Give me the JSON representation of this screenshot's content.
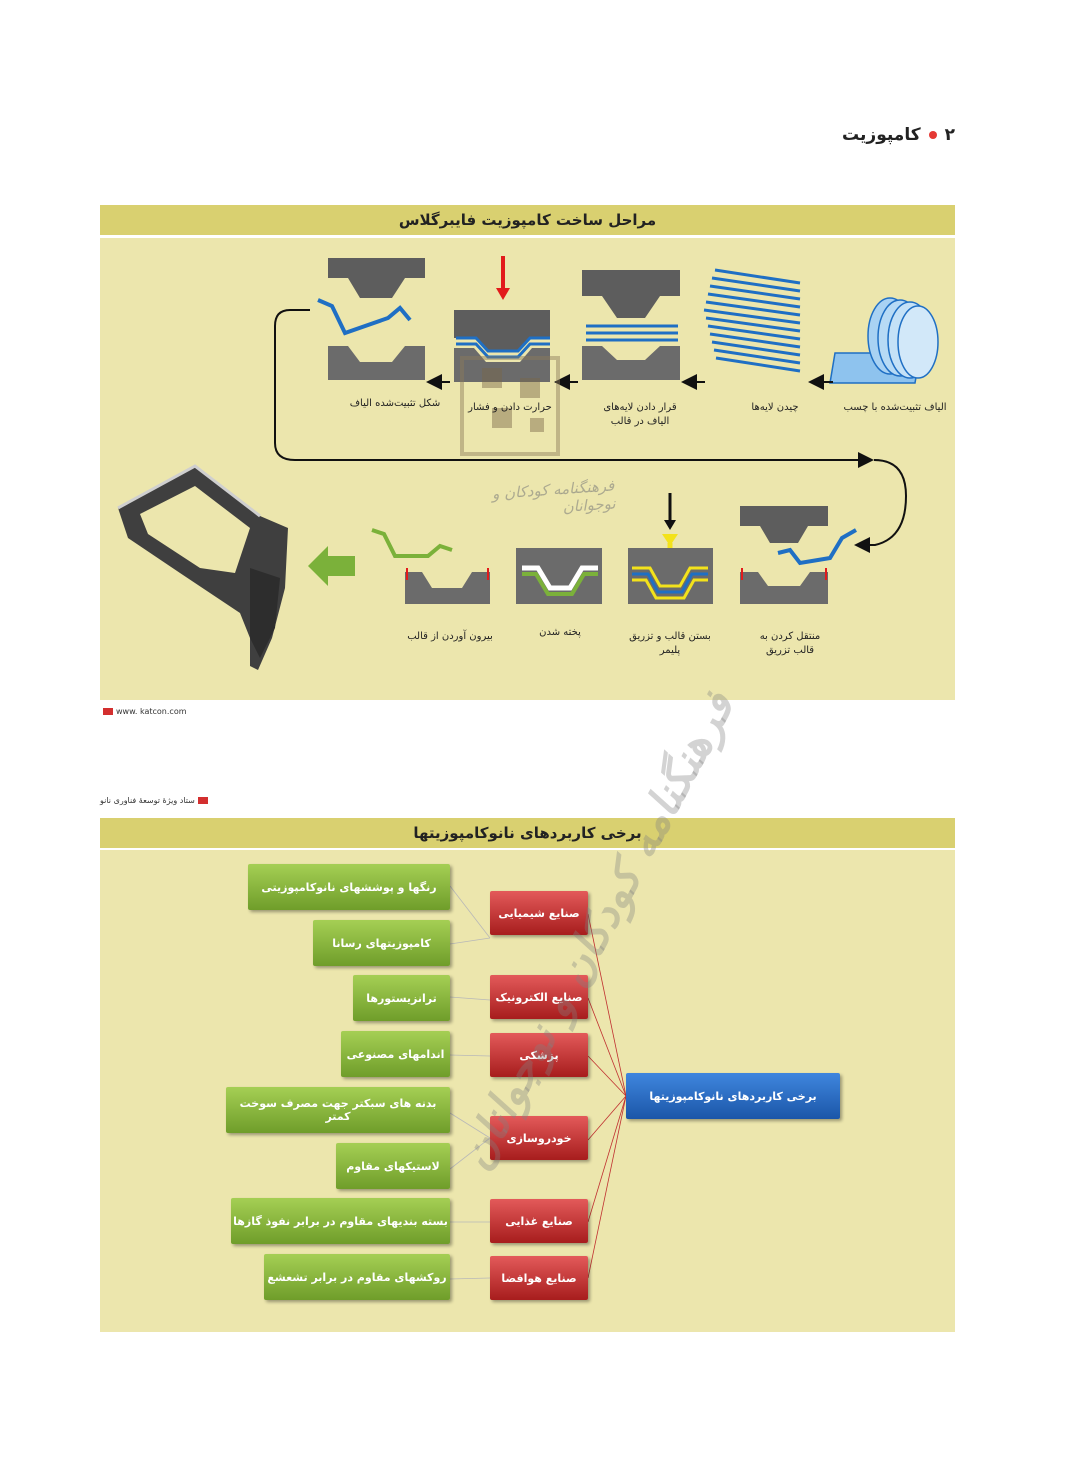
{
  "header": {
    "page_number": "۲",
    "title": "کامپوزیت"
  },
  "section1": {
    "title": "مراحل ساخت کامپوزیت فایبرگلاس",
    "steps_top": [
      {
        "l1": "الیاف تثبیت‌شده با چسب",
        "l2": ""
      },
      {
        "l1": "چیدن لایه‌ها",
        "l2": ""
      },
      {
        "l1": "قرار دادن لایه‌های",
        "l2": "الیاف در قالب"
      },
      {
        "l1": "حرارت دادن و فشار",
        "l2": ""
      },
      {
        "l1": "شکل تثبیت‌شده الیاف",
        "l2": ""
      }
    ],
    "steps_bottom": [
      {
        "l1": "منتقل کردن به",
        "l2": "قالب تزریق"
      },
      {
        "l1": "بستن قالب و تزریق",
        "l2": "پلیمر"
      },
      {
        "l1": "پخته شدن",
        "l2": ""
      },
      {
        "l1": "بیرون آوردن از قالب",
        "l2": ""
      }
    ],
    "source": "www. katcon.com"
  },
  "source2": "ستاد ویژهٔ توسعهٔ فناوری نانو",
  "section2": {
    "title": "برخی کاربردهای نانوکامپوزیتها",
    "root": "برخی کاربردهای نانوکامپوزیتها",
    "categories": [
      "صنایع شیمیایی",
      "صنایع الکترونیک",
      "پزشکی",
      "خودروسازی",
      "صنایع غذایی",
      "صنایع هوافضا"
    ],
    "items": [
      "رنگها و پوششهای نانوکامپوزیتی",
      "کامپوزیتهای رسانا",
      "ترانزیستورها",
      "اندامهای مصنوعی",
      "بدنه های سبکتر جهت مصرف سوخت کمتر",
      "لاستیکهای مقاوم",
      "بسته بندیهای مقاوم در برابر نفوذ گازها",
      "روکشهای مقاوم در برابر تشعشع"
    ]
  },
  "watermark": {
    "text": "فرهنگنامه کودکان و نوجوانان"
  },
  "colors": {
    "panel": "#ece6ad",
    "bar": "#d9d070",
    "fiber": "#1f6fc4",
    "green": "#7bb13a",
    "red": "#b52a2a",
    "blue": "#2a6fd0"
  }
}
